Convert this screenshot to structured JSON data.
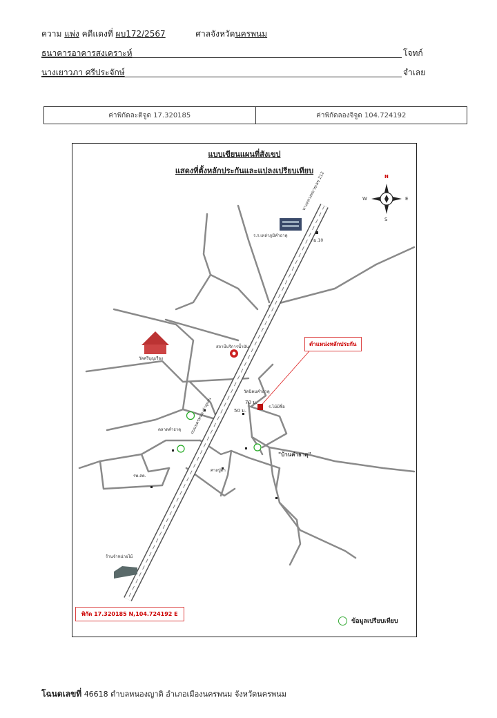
{
  "header": {
    "case_label": "ความ",
    "case_type": "แพ่ง",
    "red_case_label": "คดีแดงที่",
    "red_case_no": "ผบ172/2567",
    "court_label": "ศาลจังหวัด",
    "court_name": "นครพนม",
    "plaintiff_name": "ธนาคารอาคารสงเคราะห์",
    "plaintiff_role": "โจทก์",
    "defendant_name": "นางเยาวภา ศรีประจักษ์",
    "defendant_role": "จำเลย"
  },
  "coordinates": {
    "lat_label": "ค่าพิกัดละติจูด 17.320185",
    "lon_label": "ค่าพิกัดลองจิจูด 104.724192"
  },
  "map": {
    "title_line1": "แบบเขียนแผนที่สังเขป",
    "title_line2": "แสดงที่ตั้งหลักประกันและแปลงเปรียบเทียบ",
    "compass": {
      "n": "N",
      "s": "S",
      "e": "E",
      "w": "W"
    },
    "property_label": "ตำแหน่งหลักประกัน",
    "coord_label": "พิกัด 17.320185 N,104.724192 E",
    "legend_label": "ข้อมูลเปรียบเทียบ",
    "village_label": "\"บ้านคำธาตุ\"",
    "places": {
      "school": "ร.ร.เหล่าภูมิคำธาตุ",
      "temple": "วัดศรีบุญเรือง",
      "gas_station": "สถานีบริการน้ำมัน",
      "temple2": "วัดนิคมคำธาตุ",
      "market": "ตลาดคำธาตุ",
      "shrine": "ศาลปู่ตา",
      "health_center": "รพ.สต.",
      "shop": "ร.ไม้มีชื่อ",
      "road_top": "ทางหลวงหมายเลข 212",
      "road_main": "ถนนนครพนม-ท่าอุเทน",
      "pole_km": "กม.10",
      "dist_70": "70 ม.",
      "dist_50": "50 ม.",
      "factory": "ร้านจำหน่ายไม้"
    }
  },
  "footer": {
    "deed_label": "โฉนดเลขที่",
    "deed_text": "46618 ตำบลหนองญาติ อำเภอเมืองนครพนม จังหวัดนครพนม"
  }
}
